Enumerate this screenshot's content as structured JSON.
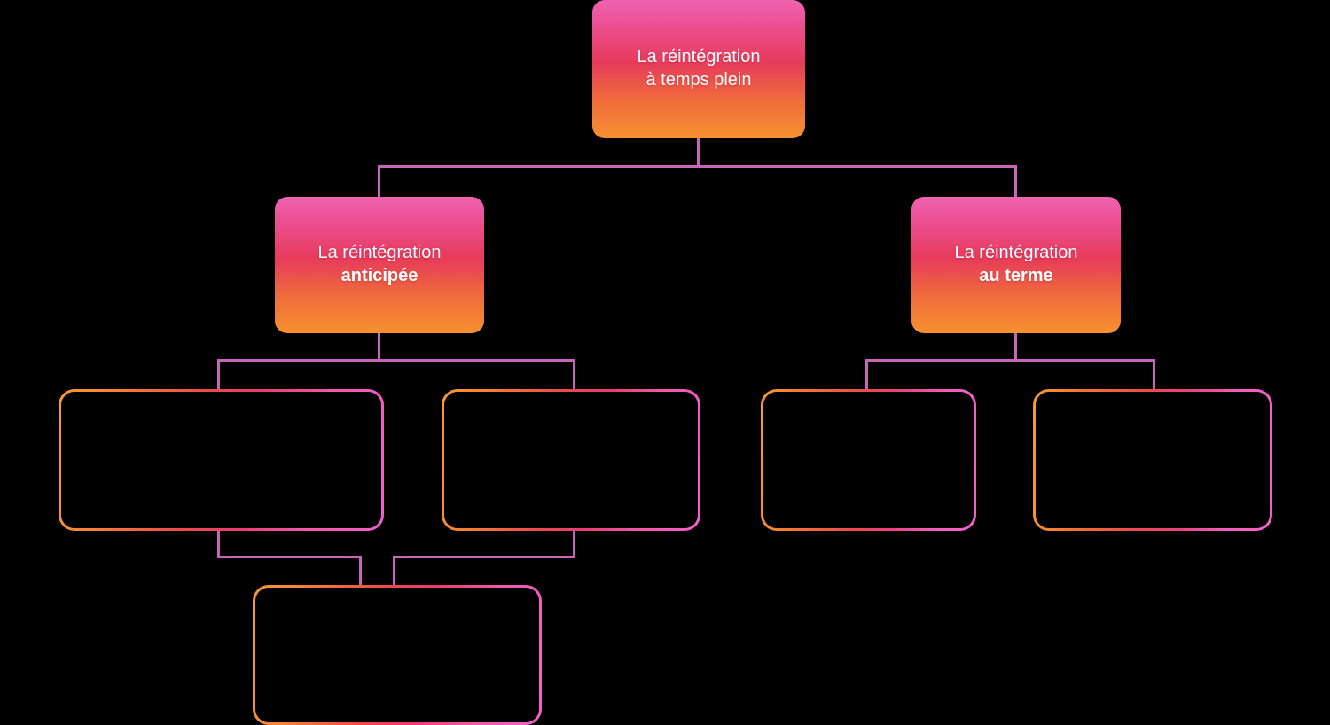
{
  "diagram": {
    "title_root": "La réintégration à temps plein",
    "background_color": "#000000",
    "connector_color": "#c765b8",
    "node_gradient_top": "#ee63b0",
    "node_gradient_mid": "#e73b5b",
    "node_gradient_bottom": "#f7912f"
  },
  "nodes": {
    "root": {
      "line1": "La réintégration",
      "line2": "à temps plein"
    },
    "level2_left": {
      "line1": "La réintégration",
      "line2": "anticipée"
    },
    "level2_right": {
      "line1": "La réintégration",
      "line2": "au terme"
    },
    "level3_a": {
      "text": ""
    },
    "level3_b": {
      "text": ""
    },
    "level3_c": {
      "text": ""
    },
    "level3_d": {
      "text": ""
    },
    "level4_a": {
      "text": ""
    }
  }
}
